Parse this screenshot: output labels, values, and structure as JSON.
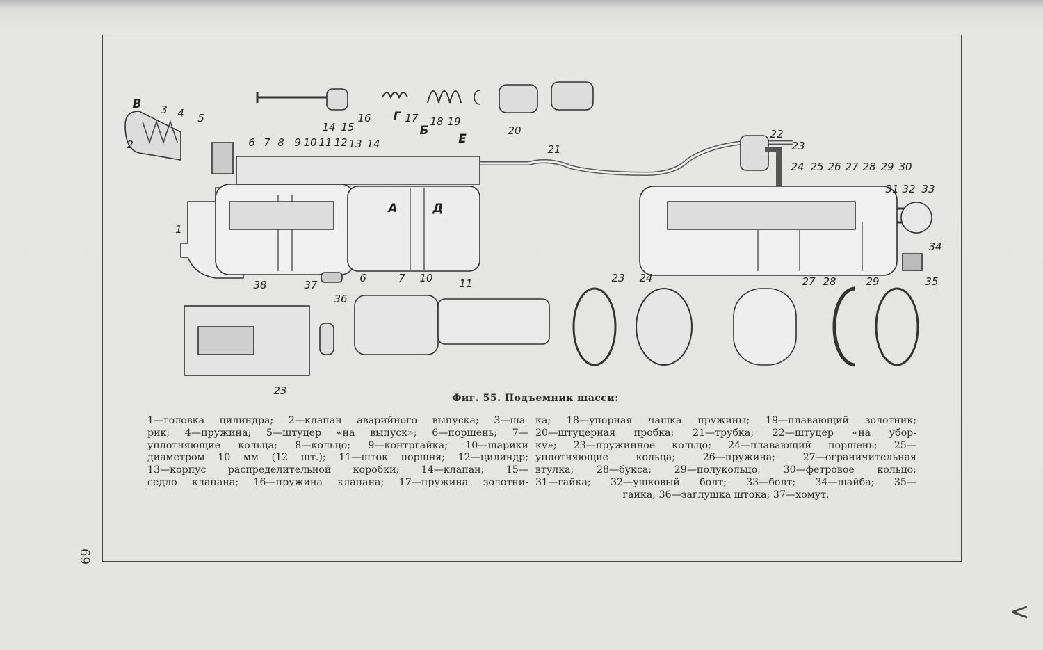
{
  "figure": {
    "title": "Фиг. 55. Подъемник шасси:",
    "callouts": [
      "В",
      "2",
      "3",
      "4",
      "5",
      "6",
      "7",
      "8",
      "9",
      "10",
      "11",
      "12",
      "13",
      "14",
      "14",
      "15",
      "16",
      "Г",
      "17",
      "18",
      "19",
      "Б",
      "Е",
      "20",
      "21",
      "22",
      "23",
      "24",
      "25",
      "26",
      "27",
      "28",
      "29",
      "30",
      "31",
      "32",
      "33",
      "34",
      "35",
      "1",
      "38",
      "37",
      "6",
      "7",
      "10",
      "11",
      "36",
      "А",
      "Д",
      "23",
      "24",
      "27",
      "28",
      "29",
      "23"
    ]
  },
  "legend": {
    "left_lines": [
      "1—головка цилиндра; 2—клапан аварийного выпуска; 3—ша-",
      "рик; 4—пружина; 5—штуцер «на выпуск»; 6—поршень; 7—",
      "уплотняющие кольца; 8—кольцо; 9—контргайка; 10—шарики",
      "диаметром 10 мм (12 шт.); 11—шток поршня; 12—цилиндр;",
      "13—корпус распределительной коробки; 14—клапан; 15—",
      "седло клапана; 16—пружина клапана; 17—пружина золотни-"
    ],
    "right_lines": [
      "ка; 18—упорная чашка пружины; 19—плавающий золотник;",
      "20—штуцерная пробка; 21—трубка; 22—штуцер «на убор-",
      "ку»; 23—пружинное кольцо; 24—плавающий поршень; 25—",
      "уплотняющие кольца; 26—пружина; 27—ограничительная",
      "втулка; 28—букса; 29—полукольцо; 30—фетровое кольцо;",
      "31—гайка; 32—ушковый болт; 33—болт; 34—шайба; 35—",
      "гайка; 36—заглушка штока; 37—хомут."
    ]
  },
  "page_number": "69",
  "margin_mark": "<"
}
